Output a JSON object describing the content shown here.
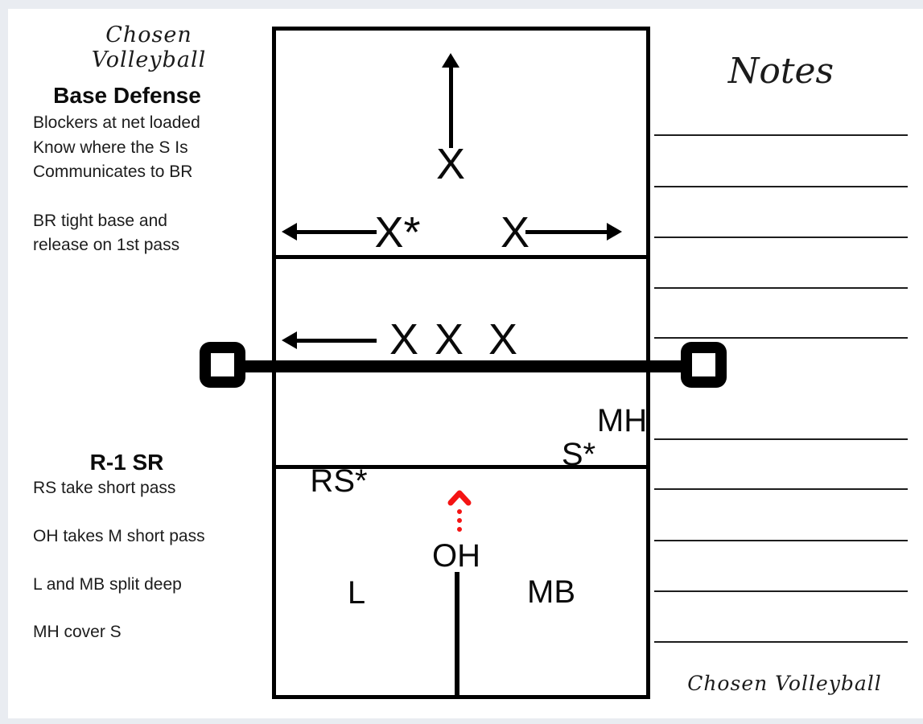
{
  "brand": {
    "top": "Chosen Volleyball",
    "bottom": "Chosen Volleyball"
  },
  "notes": {
    "title": "Notes",
    "ruled_lines_count": 10
  },
  "left_panel": {
    "base_defense": {
      "title": "Base Defense",
      "group1": [
        "Blockers at net loaded",
        "Know where the S Is",
        "Communicates to BR"
      ],
      "group2": [
        "BR tight base and",
        "release on 1st pass"
      ]
    },
    "r1_sr": {
      "title": "R-1 SR",
      "items": [
        "RS take short pass",
        "OH takes M short pass",
        "L and MB split deep",
        "MH cover S"
      ]
    }
  },
  "court": {
    "opponent_back_player": "X",
    "opponent_front_left": "X*",
    "opponent_front_right": "X",
    "net_row": [
      "X",
      "X",
      "X"
    ],
    "mh": "MH",
    "setter": "S*",
    "rs": "RS*",
    "oh": "OH",
    "libero": "L",
    "mb": "MB"
  },
  "colors": {
    "ink": "#000000",
    "accent_red": "#f41414",
    "frame_bg": "#e9ecf1",
    "rule_line": "#1d1d1d"
  }
}
